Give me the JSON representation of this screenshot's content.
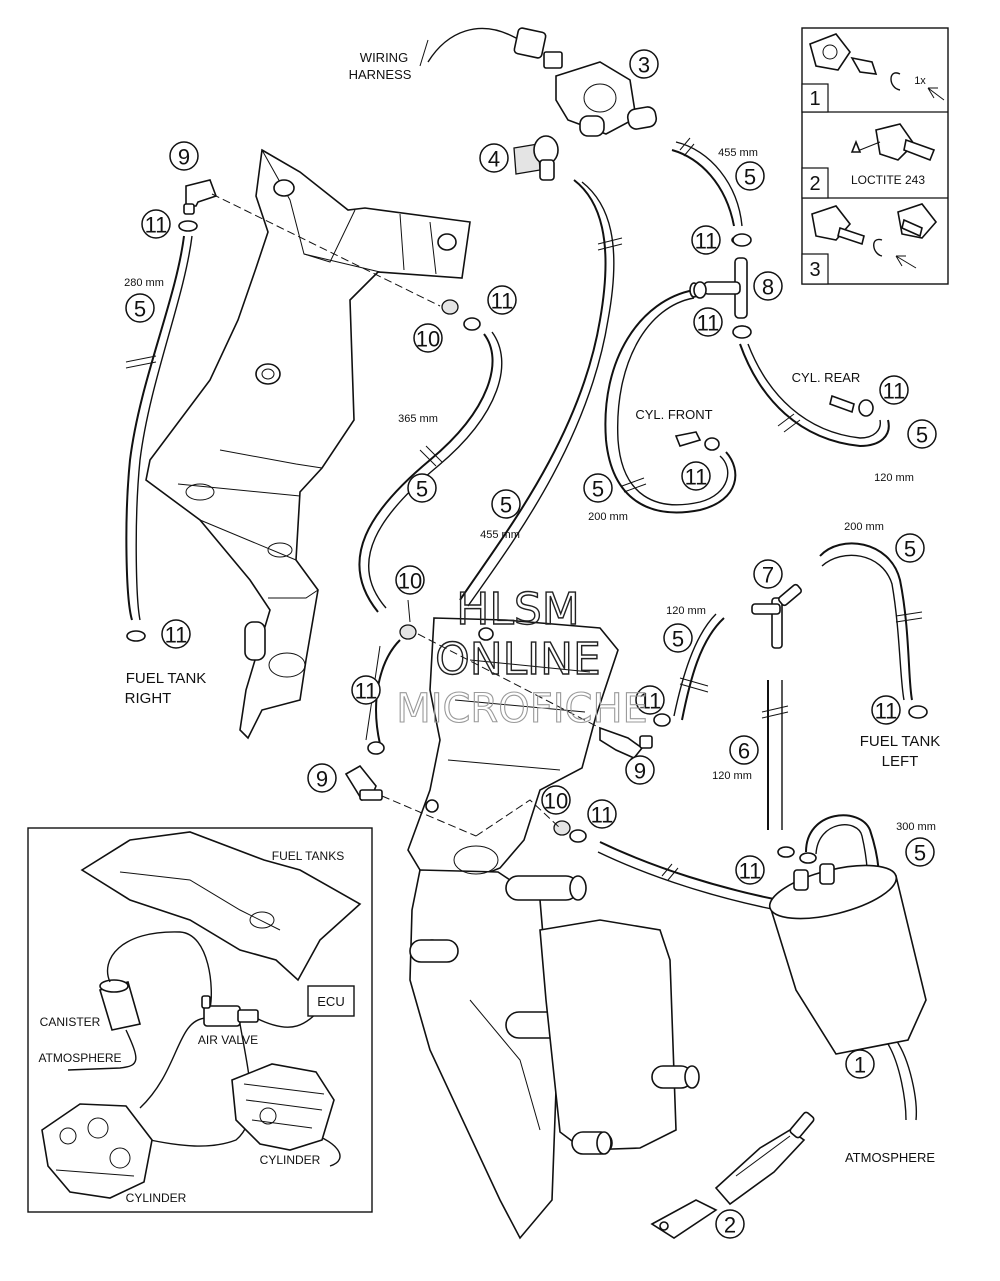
{
  "watermark": {
    "line1": "HLSM",
    "line2": "ONLINE",
    "line3": "MICROFICHE"
  },
  "labels": {
    "wiring_harness_1": "WIRING",
    "wiring_harness_2": "HARNESS",
    "cyl_rear": "CYL. REAR",
    "cyl_front": "CYL. FRONT",
    "fuel_tank_right_1": "FUEL TANK",
    "fuel_tank_right_2": "RIGHT",
    "fuel_tank_left_1": "FUEL TANK",
    "fuel_tank_left_2": "LEFT",
    "atmosphere": "ATMOSPHERE"
  },
  "dimensions": {
    "d455_top": "455 mm",
    "d280": "280 mm",
    "d365": "365 mm",
    "d455_mid": "455 mm",
    "d200_front": "200 mm",
    "d120_rear": "120 mm",
    "d200_left": "200 mm",
    "d120_mid": "120 mm",
    "d120_hose6": "120 mm",
    "d300": "300 mm"
  },
  "callouts": {
    "c1": "1",
    "c2": "2",
    "c3": "3",
    "c4": "4",
    "c5": "5",
    "c6": "6",
    "c7": "7",
    "c8": "8",
    "c9": "9",
    "c10": "10",
    "c11": "11"
  },
  "install_steps": {
    "step1": {
      "number": "1",
      "note": "1x"
    },
    "step2": {
      "number": "2",
      "note": "LOCTITE 243"
    },
    "step3": {
      "number": "3"
    }
  },
  "schematic": {
    "fuel_tanks": "FUEL TANKS",
    "ecu": "ECU",
    "canister": "CANISTER",
    "atmosphere": "ATMOSPHERE",
    "air_valve": "AIR VALVE",
    "cylinder_right": "CYLINDER",
    "cylinder_left": "CYLINDER"
  }
}
